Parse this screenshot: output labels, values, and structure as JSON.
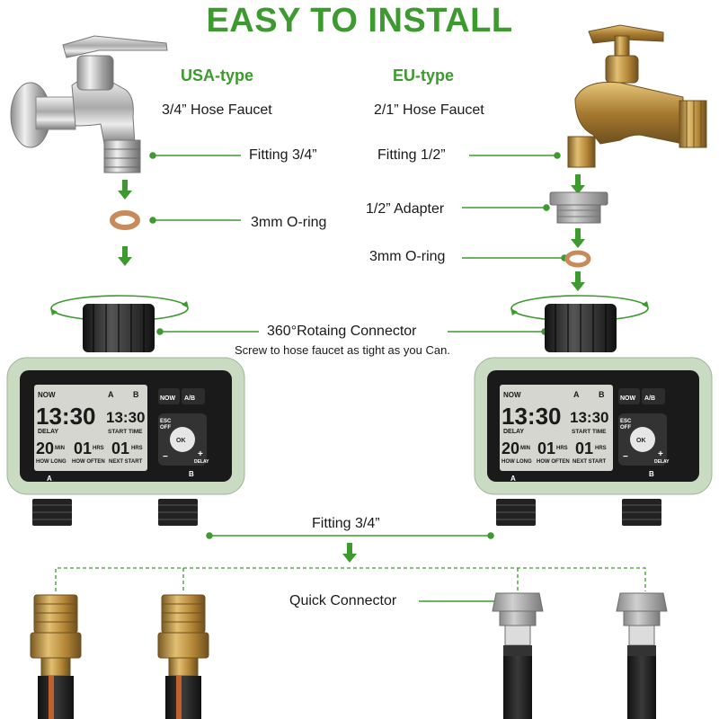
{
  "title": "EASY TO INSTALL",
  "usa": {
    "type": "USA-type",
    "faucet": "3/4” Hose Faucet",
    "fitting": "Fitting 3/4”",
    "oring": "3mm O-ring"
  },
  "eu": {
    "type": "EU-type",
    "faucet": "2/1” Hose Faucet",
    "fitting": "Fitting 1/2”",
    "adapter": "1/2”  Adapter",
    "oring": "3mm O-ring"
  },
  "connector": {
    "title": "360°Rotaing Connector",
    "note": "Screw to hose faucet as tight as you Can."
  },
  "bottom_fitting": "Fitting 3/4”",
  "quick_connector": "Quick Connector",
  "timer_display": {
    "now": "NOW",
    "ch_a": "A",
    "ch_b": "B",
    "clock": "13:30",
    "start_clock": "13:30",
    "delay": "DELAY",
    "start_time": "START TIME",
    "how_long_val": "20",
    "how_long_unit": "MIN",
    "how_often_val": "01",
    "how_often_unit": "HRS",
    "next_start_val": "01",
    "next_start_unit": "HRS",
    "how_long": "HOW LONG",
    "how_often": "HOW OFTEN",
    "next_start": "NEXT START",
    "btn_now": "NOW",
    "btn_ab": "A/B",
    "btn_esc": "ESC",
    "btn_off": "OFF",
    "btn_ok": "OK",
    "btn_minus": "−",
    "btn_plus": "+",
    "btn_delay": "DELAY",
    "outlet_a": "A",
    "outlet_b": "B"
  },
  "colors": {
    "accent_green": "#3c9a2e",
    "timer_body": "#c9dcc2",
    "panel": "#1a1a1a",
    "lcd": "#d4d6cf",
    "brass": "#c8943f"
  }
}
